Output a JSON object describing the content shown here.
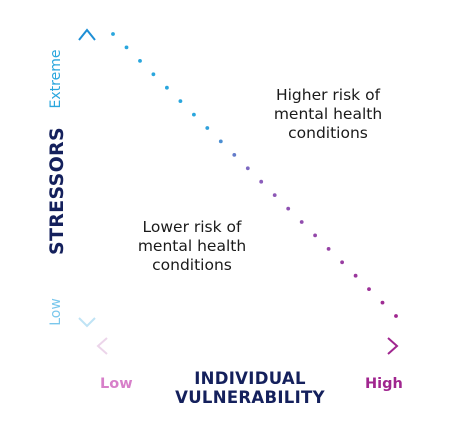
{
  "axes": {
    "y": {
      "label": "STRESSORS",
      "low": "Low",
      "high": "Extreme"
    },
    "x": {
      "label_line1": "INDIVIDUAL",
      "label_line2": "VULNERABILITY",
      "low": "Low",
      "high": "High"
    }
  },
  "regions": {
    "upper": [
      "Higher risk of",
      "mental health",
      "conditions"
    ],
    "lower": [
      "Lower risk of",
      "mental health",
      "conditions"
    ]
  },
  "colors": {
    "y_axis_top": "#1e8fd6",
    "y_axis_bottom": "#bfe3f5",
    "x_axis_left": "#ecd5ea",
    "x_axis_right": "#a0268f",
    "y_label": "#14205c",
    "x_label": "#14205c",
    "dot_start": "#2aa6dd",
    "dot_mid": "#8a60bd",
    "dot_end": "#a0268f",
    "low_y": "#7ac7ec",
    "extreme_y": "#2aa6dd",
    "low_x": "#d77fc9",
    "high_x": "#a0268f"
  },
  "dots": {
    "count": 22
  }
}
